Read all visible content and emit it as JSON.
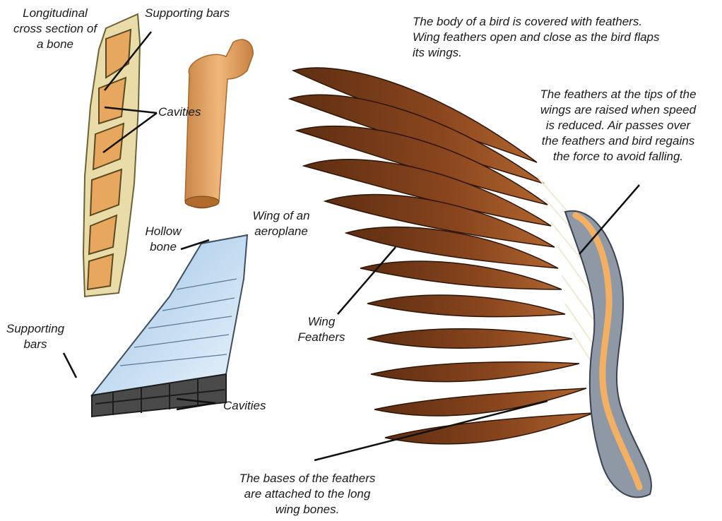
{
  "labels": {
    "bone_section": "Longitudinal\ncross section of\na bone",
    "bone_bars": "Supporting bars",
    "bone_cavities": "Cavities",
    "hollow_bone": "Hollow\nbone",
    "aeroplane_wing": "Wing of an\naeroplane",
    "plane_bars": "Supporting\nbars",
    "plane_cavities": "Cavities",
    "wing_feathers": "Wing\nFeathers",
    "body_text": "The body of a bird is covered with feathers.\nWing feathers open and close as the bird flaps\nits wings.",
    "tips_text": "The feathers at the tips of the\nwings are raised when speed\nis reduced. Air passes over\nthe feathers and bird regains\nthe force to avoid falling.",
    "bases_text": "The bases of the feathers\nare attached to the long\nwing bones."
  },
  "colors": {
    "feather": "#7a3e1c",
    "feather_light": "#a85a2a",
    "feather_edge": "#3a1a08",
    "bone": "#e3a66a",
    "bone_strip": "#e9dca8",
    "plane_wing": "#b8d7ef",
    "plane_frame": "#2d2d2d",
    "leader": "#111111"
  }
}
